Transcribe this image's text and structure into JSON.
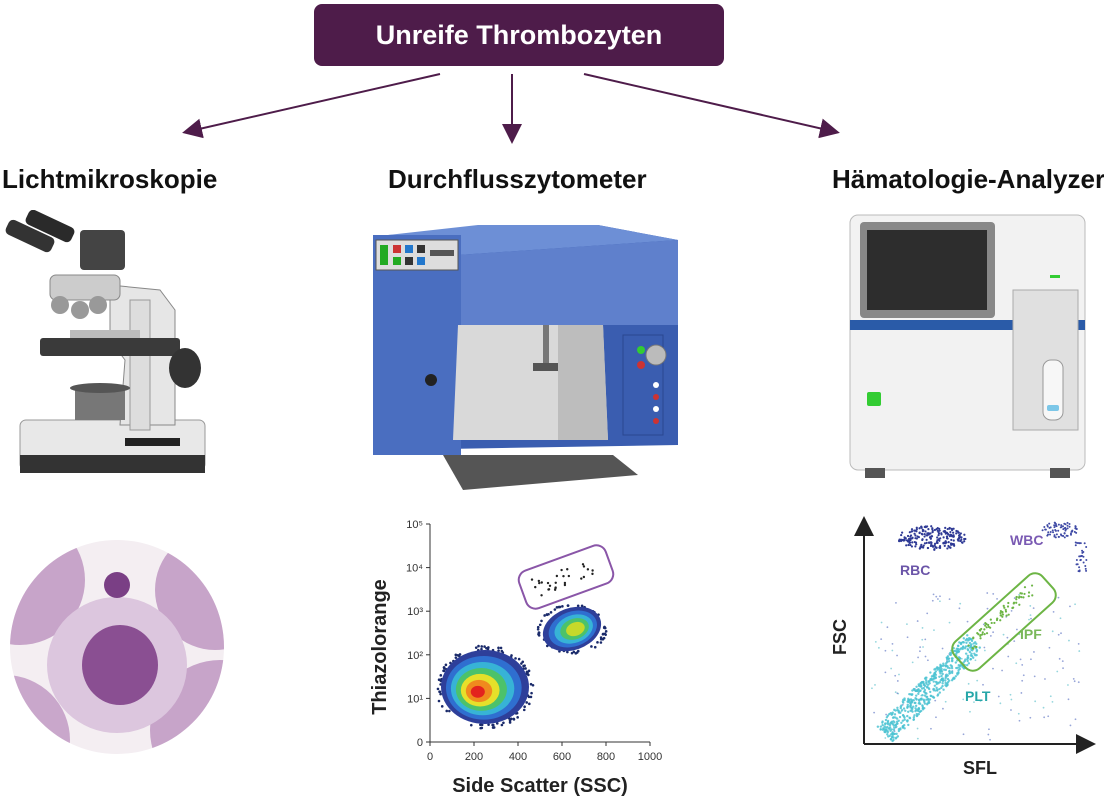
{
  "title": "Unreife Thrombozyten",
  "methods": [
    {
      "label": "Lichtmikroskopie",
      "icon": "microscope-icon"
    },
    {
      "label": "Durchflusszytometer",
      "icon": "flow-cytometer-icon"
    },
    {
      "label": "Hämatologie-Analyzer",
      "icon": "hematology-analyzer-icon"
    }
  ],
  "colors": {
    "title_bg": "#4e1c4a",
    "arrow": "#4e1c4a",
    "gate_purple": "#8a56a8",
    "gate_green": "#6db545"
  },
  "chart_data": [
    {
      "type": "scatter",
      "xlabel": "Side Scatter (SSC)",
      "ylabel": "Thiazolorange",
      "x_ticks": [
        "0",
        "200",
        "400",
        "600",
        "800",
        "1000"
      ],
      "y_ticks": [
        "0",
        "10¹",
        "10²",
        "10³",
        "10⁴",
        "10⁵"
      ],
      "xlim": [
        0,
        1000
      ],
      "ylim_log": [
        0,
        5
      ]
    },
    {
      "type": "scatter",
      "xlabel": "SFL",
      "ylabel": "FSC",
      "annotations": [
        "RBC",
        "WBC",
        "IPF",
        "PLT"
      ]
    }
  ]
}
